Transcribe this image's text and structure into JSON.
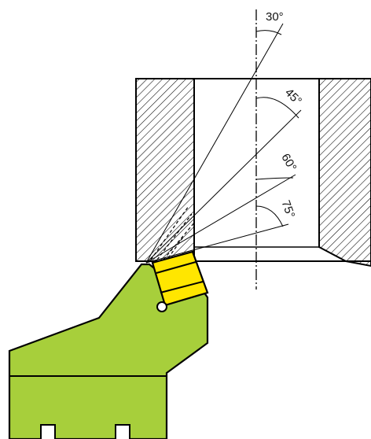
{
  "diagram": {
    "angle_labels": [
      "30°",
      "45°",
      "60°",
      "75°"
    ]
  },
  "colors": {
    "holder": "#a7cf3b",
    "insert": "#ffe600",
    "outline": "#000000",
    "background": "#ffffff"
  }
}
